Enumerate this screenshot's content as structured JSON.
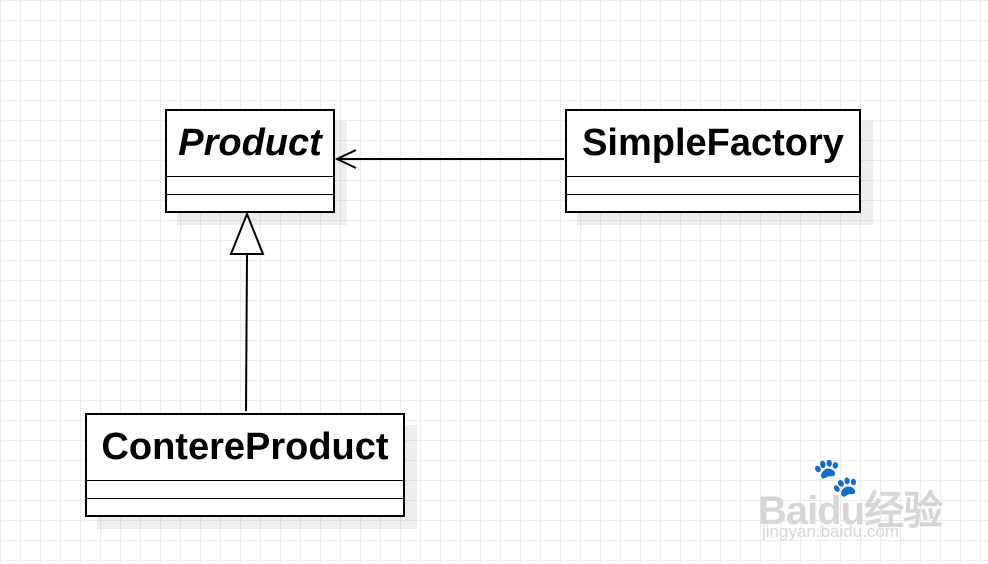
{
  "classes": {
    "product": {
      "name": "Product",
      "abstract": true
    },
    "simple_factory": {
      "name": "SimpleFactory"
    },
    "contere_product": {
      "name": "ContereProduct"
    }
  },
  "relations": [
    {
      "type": "dependency",
      "from": "SimpleFactory",
      "to": "Product"
    },
    {
      "type": "generalization",
      "from": "ContereProduct",
      "to": "Product"
    }
  ],
  "watermark": {
    "brand": "Baidu经验",
    "site": "jingyan.baidu.com"
  },
  "colors": {
    "line": "#000000",
    "grid": "#ececec",
    "watermark": "#d6d6d6"
  }
}
